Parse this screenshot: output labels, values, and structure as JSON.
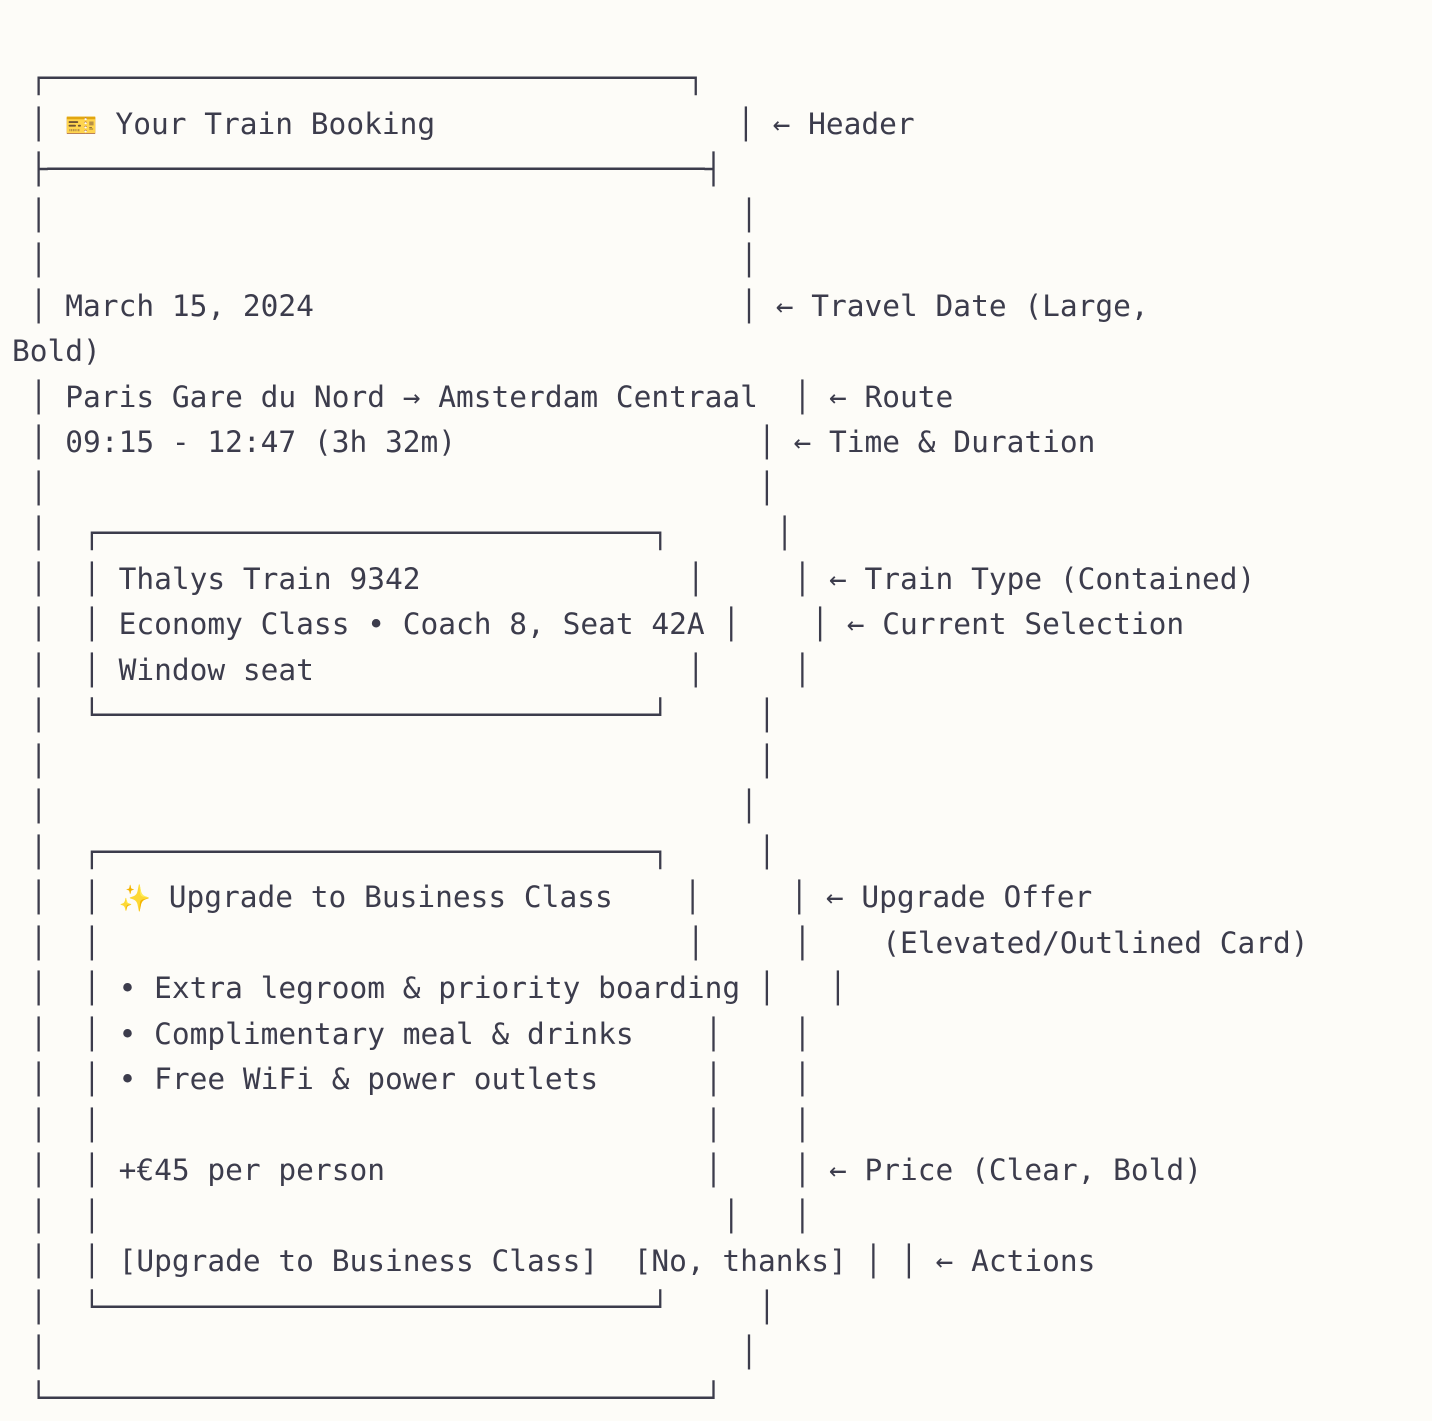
{
  "meta": {
    "title": "Your Train Booking",
    "kind": "ascii-wireframe-mockup",
    "ink_color": "#3c3c4c",
    "background_color": "#fdfcf8",
    "accent_emoji_color": "#f5d547"
  },
  "header": {
    "icon": "ticket-icon",
    "icon_glyph": "🎫",
    "title": "Your Train Booking",
    "annotation": "← Header"
  },
  "booking": {
    "travel_date": "March 15, 2024",
    "travel_date_annotation": "← Travel Date (Large,",
    "travel_date_annotation_cont": "Bold)",
    "route": "Paris Gare du Nord → Amsterdam Centraal",
    "route_annotation": "← Route",
    "time_duration": "09:15 - 12:47 (3h 32m)",
    "time_duration_annotation": "← Time & Duration",
    "origin": "Paris Gare du Nord",
    "destination": "Amsterdam Centraal",
    "departure_time": "09:15",
    "arrival_time": "12:47",
    "duration": "3h 32m"
  },
  "train_card": {
    "line1": "Thalys Train 9342",
    "line2": "Economy Class • Coach 8, Seat 42A",
    "line3": "Window seat",
    "operator": "Thalys",
    "train_number": "9342",
    "travel_class": "Economy Class",
    "coach": "Coach 8",
    "seat": "Seat 42A",
    "seat_type": "Window seat",
    "annotation_1": "← Train Type (Contained)",
    "annotation_2": "← Current Selection"
  },
  "upgrade_card": {
    "icon": "sparkles-icon",
    "icon_glyph": "✨",
    "title": "Upgrade to Business Class",
    "benefits": [
      "• Extra legroom & priority boarding",
      "• Complimentary meal & drinks",
      "• Free WiFi & power outlets"
    ],
    "price": "+€45 per person",
    "price_amount": "45",
    "price_currency": "€",
    "price_unit": "per person",
    "primary_action": "[Upgrade to Business Class]",
    "secondary_action": "[No, thanks]",
    "actions_line": "[Upgrade to Business Class]  [No, thanks]",
    "annotation_offer": "← Upgrade Offer",
    "annotation_offer_cont": "(Elevated/Outlined Card)",
    "annotation_price": "← Price (Clear, Bold)",
    "annotation_actions": "← Actions"
  },
  "lines": [
    " ┌─────────────────────────────────────┐",
    " │ 🎫 Your Train Booking                 │ ← Header",
    " ├─────────────────────────────────────┤",
    " │                                       │",
    " │ March 15, 2024                        │ ← Travel Date (Large, Bold)",
    " │ Paris Gare du Nord → Amsterdam Centraal │ ← Route",
    " │ 09:15 - 12:47 (3h 32m)                │ ← Time & Duration",
    " │                                       │",
    " │ ┌───────────────────────────────┐     │",
    " │ │ Thalys Train 9342               │     │ ← Train Type (Contained)",
    " │ │ Economy Class • Coach 8, Seat 42A │   │ ← Current Selection",
    " │ │ Window seat                     │     │",
    " │ └───────────────────────────────┘     │",
    " │                                        │",
    " │ ┌───────────────────────────────┐    │",
    " │ │ ✨ Upgrade to Business Class     │    │ ← Upgrade Offer",
    " │ │                                 │    │    (Elevated/Outlined Card)",
    " │ │ • Extra legroom & priority boarding │  │",
    " │ │ • Complimentary meal & drinks    │    │",
    " │ │ • Free WiFi & power outlets      │    │",
    " │ │                                  │   │",
    " │ │ +€45 per person                 │    │ ← Price (Clear, Bold)",
    " │ │                                  │   │",
    " │ │ [Upgrade to Business Class]  [No, thanks] │ ← Actions",
    " │ └───────────────────────────────┘    │",
    " │                                       │",
    " └─────────────────────────────────────┘"
  ],
  "rows": [
    {
      "name": "outer-box-top-border",
      "text": " ┌────────────────────────────────────┐"
    },
    {
      "name": "header-row",
      "text": " │ 🎫 Your Train Booking                 │ ← Header"
    },
    {
      "name": "header-divider",
      "text": " ├─────────────────────────────────────┤"
    },
    {
      "name": "spacer-row",
      "text": " │                                       │"
    },
    {
      "name": "spacer-row",
      "text": " │                                       │"
    },
    {
      "name": "travel-date-row",
      "text": " │ March 15, 2024                        │ ← Travel Date (Large,"
    },
    {
      "name": "travel-date-annotation-cont",
      "text": "Bold)"
    },
    {
      "name": "route-row",
      "text": " │ Paris Gare du Nord → Amsterdam Centraal  │ ← Route"
    },
    {
      "name": "time-duration-row",
      "text": " │ 09:15 - 12:47 (3h 32m)                 │ ← Time & Duration"
    },
    {
      "name": "spacer-row",
      "text": " │                                        │"
    },
    {
      "name": "train-card-top-border",
      "text": " │  ┌───────────────────────────────┐      │"
    },
    {
      "name": "train-name-row",
      "text": " │  │ Thalys Train 9342               │     │ ← Train Type (Contained)"
    },
    {
      "name": "train-seat-row",
      "text": " │  │ Economy Class • Coach 8, Seat 42A │    │ ← Current Selection"
    },
    {
      "name": "train-window-row",
      "text": " │  │ Window seat                     │     │"
    },
    {
      "name": "train-card-bottom-border",
      "text": " │  └───────────────────────────────┘     │"
    },
    {
      "name": "spacer-row",
      "text": " │                                        │"
    },
    {
      "name": "spacer-row",
      "text": " │                                       │"
    },
    {
      "name": "upgrade-card-top-border",
      "text": " │  ┌───────────────────────────────┐     │"
    },
    {
      "name": "upgrade-title-row",
      "text": " │  │ ✨ Upgrade to Business Class    │     │ ← Upgrade Offer"
    },
    {
      "name": "upgrade-offer-annot-cont",
      "text": " │  │                                 │     │    (Elevated/Outlined Card)"
    },
    {
      "name": "upgrade-benefit-row",
      "text": " │  │ • Extra legroom & priority boarding │   │"
    },
    {
      "name": "upgrade-benefit-row",
      "text": " │  │ • Complimentary meal & drinks    │    │"
    },
    {
      "name": "upgrade-benefit-row",
      "text": " │  │ • Free WiFi & power outlets      │    │"
    },
    {
      "name": "spacer-row",
      "text": " │  │                                  │    │"
    },
    {
      "name": "upgrade-price-row",
      "text": " │  │ +€45 per person                  │    │ ← Price (Clear, Bold)"
    },
    {
      "name": "spacer-row",
      "text": " │  │                                   │   │"
    },
    {
      "name": "upgrade-actions-row",
      "text": " │  │ [Upgrade to Business Class]  [No, thanks] │ │ ← Actions"
    },
    {
      "name": "upgrade-card-bottom-border",
      "text": " │  └───────────────────────────────┘     │"
    },
    {
      "name": "spacer-row",
      "text": " │                                       │"
    },
    {
      "name": "outer-box-bottom-border",
      "text": " └─────────────────────────────────────┘"
    }
  ]
}
